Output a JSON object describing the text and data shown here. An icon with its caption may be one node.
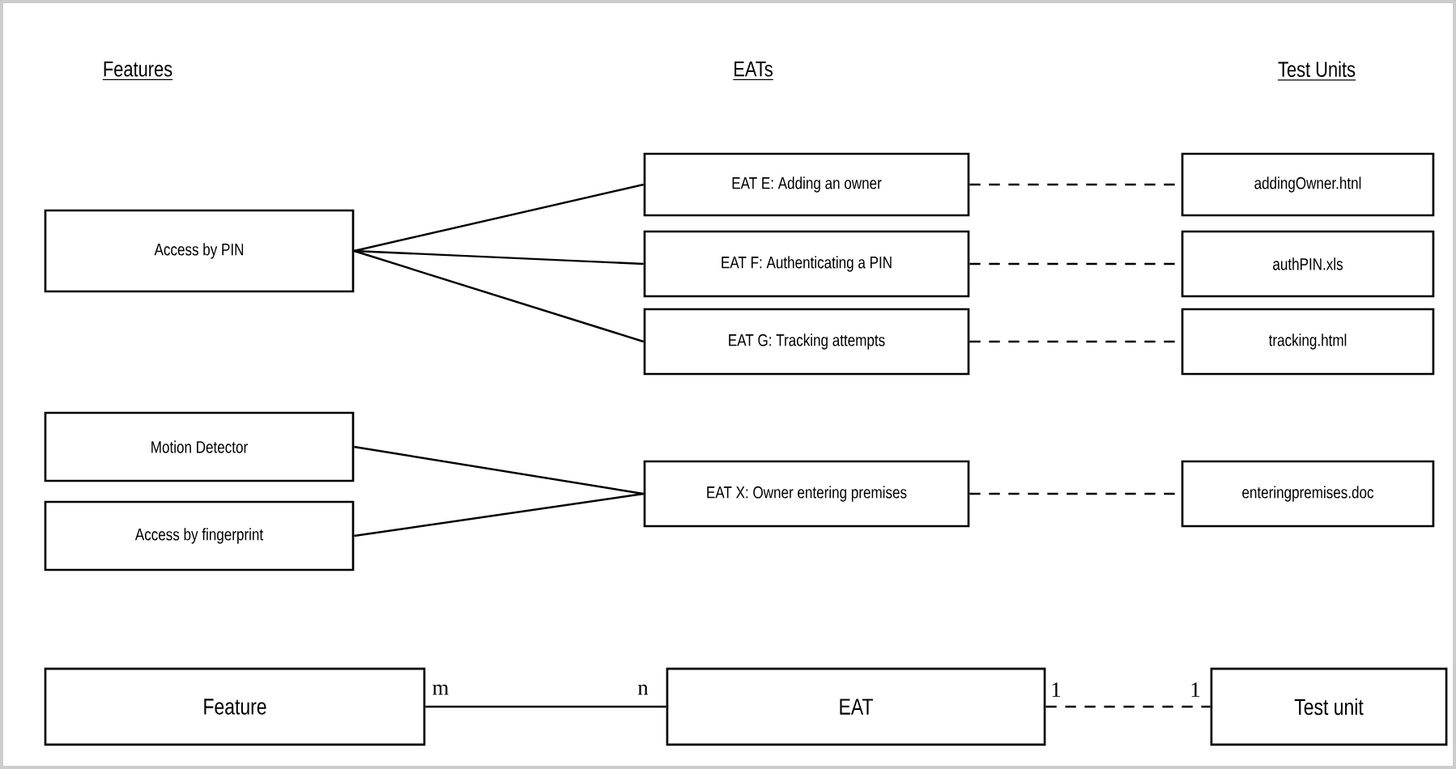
{
  "diagram": {
    "nodes": [
      {
        "text": [
          "Access by PIN"
        ]
      },
      {
        "text": [
          "EAT E: Adding an owner"
        ]
      },
      {
        "text": [
          "EAT F: Authenticating a PIN"
        ]
      },
      {
        "text": [
          "EAT G: Tracking attempts"
        ]
      },
      {
        "text": [
          "addingOwner.htnl"
        ]
      },
      {
        "text": [
          "authPIN.xls"
        ]
      },
      {
        "text": [
          "tracking.html"
        ]
      },
      {
        "text": [
          "Motion Detector"
        ]
      },
      {
        "text": [
          "Access by fingerprint"
        ]
      },
      {
        "text": [
          "EAT X: Owner entering premises"
        ]
      },
      {
        "text": [
          "enteringpremises.doc"
        ]
      },
      {
        "text": [
          "Feature"
        ]
      },
      {
        "text": [
          "EAT"
        ]
      },
      {
        "text": [
          "Test unit"
        ]
      }
    ],
    "edges": [
      {
        "from": 0,
        "to": 1,
        "arrow": "none"
      },
      {
        "from": 0,
        "to": 2,
        "arrow": "none"
      },
      {
        "from": 0,
        "to": 3,
        "arrow": "none"
      },
      {
        "from": 1,
        "to": 4,
        "arrow": "none",
        "style": "dashed"
      },
      {
        "from": 2,
        "to": 5,
        "arrow": "none",
        "style": "dashed"
      },
      {
        "from": 3,
        "to": 6,
        "arrow": "none",
        "style": "dashed"
      },
      {
        "from": 7,
        "to": 9,
        "arrow": "none"
      },
      {
        "from": 8,
        "to": 9,
        "arrow": "none"
      },
      {
        "from": 9,
        "to": 10,
        "arrow": "none",
        "style": "dashed"
      },
      {
        "from": 11,
        "to": 12,
        "arrow": "none"
      },
      {
        "from": 12,
        "to": 13,
        "arrow": "none",
        "style": "dashed"
      }
    ],
    "labels": [
      "Features",
      "EATs",
      "Test Units",
      "m",
      "n",
      "1",
      "1"
    ]
  }
}
